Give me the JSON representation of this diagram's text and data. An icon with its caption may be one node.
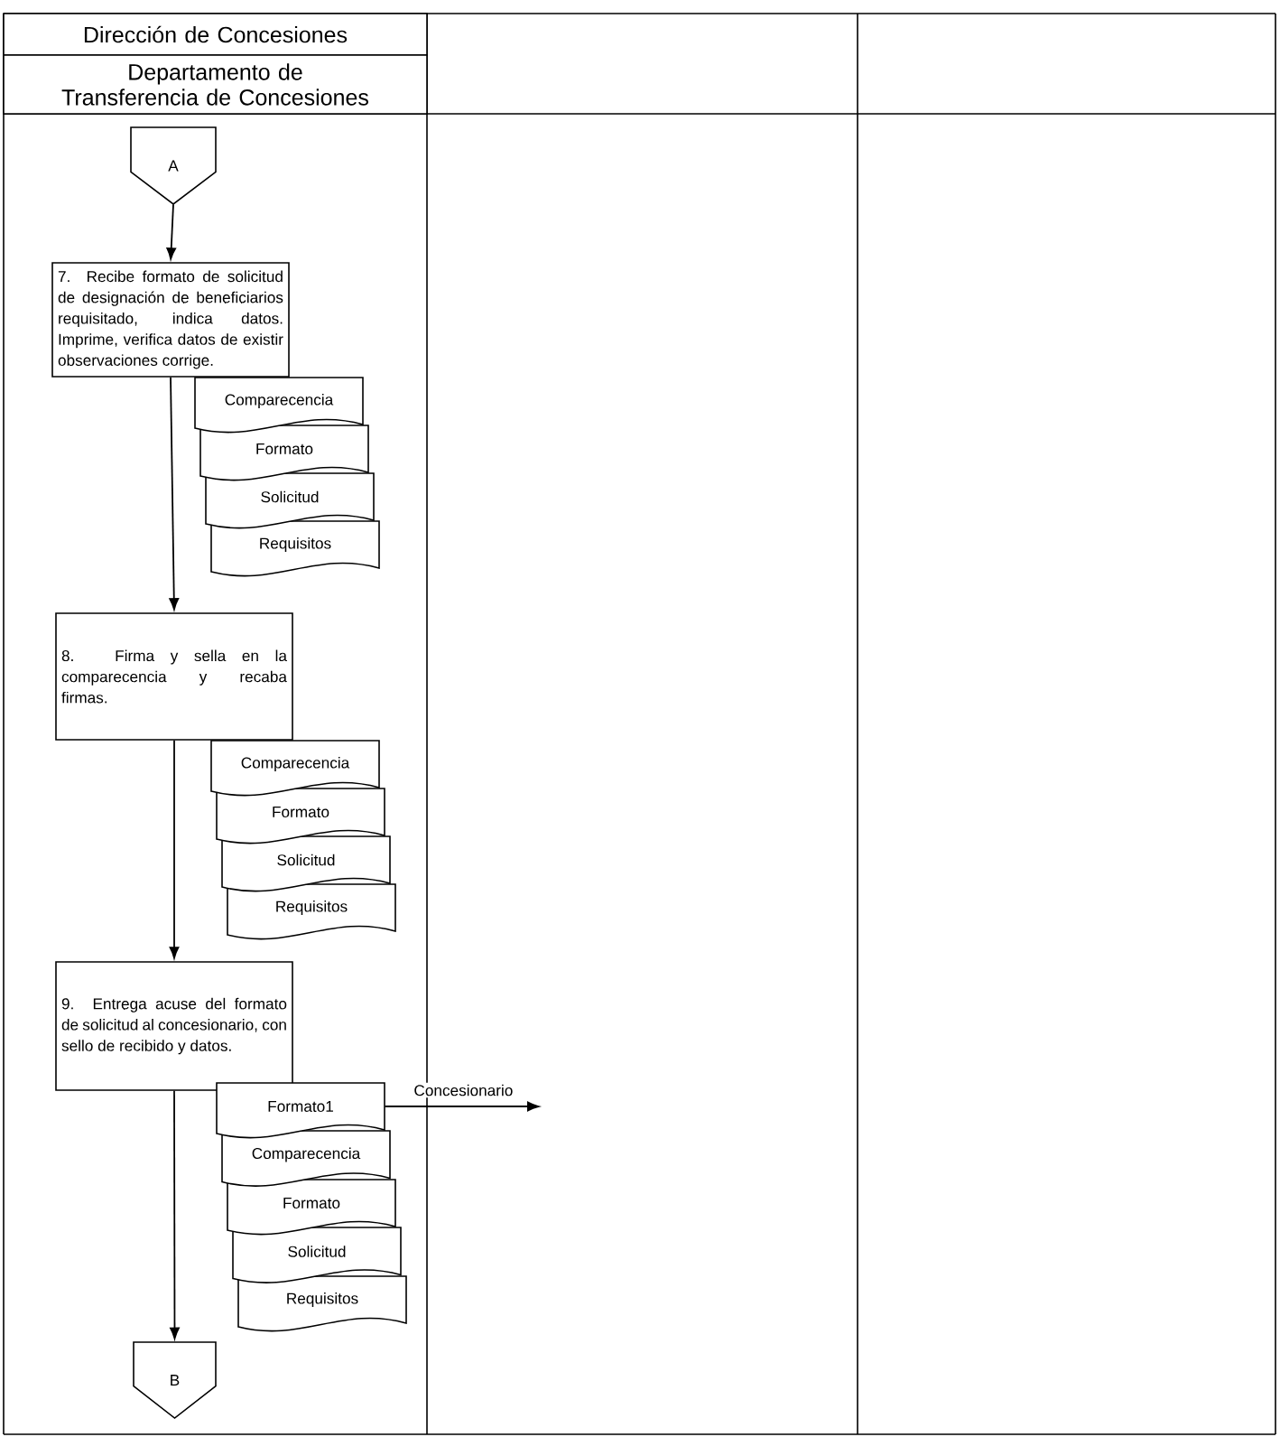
{
  "diagram": {
    "nodes": [
      {
        "text": [
          "Dirección de Concesiones"
        ]
      },
      {
        "text": [
          "Departamento de Transferencia de Concesiones"
        ]
      },
      {
        "text": [
          "A"
        ]
      },
      {
        "text": [
          "7. Recibe formato de solicitud de designación de beneficiarios requisitado, indica datos. Imprime, verifica datos de existir observaciones corrige."
        ]
      },
      {
        "text": [
          "Comparecencia"
        ]
      },
      {
        "text": [
          "Formato"
        ]
      },
      {
        "text": [
          "Solicitud"
        ]
      },
      {
        "text": [
          "Requisitos"
        ]
      },
      {
        "text": [
          "8. Firma y sella en la comparecencia y recaba firmas."
        ]
      },
      {
        "text": [
          "Comparecencia"
        ]
      },
      {
        "text": [
          "Formato"
        ]
      },
      {
        "text": [
          "Solicitud"
        ]
      },
      {
        "text": [
          "Requisitos"
        ]
      },
      {
        "text": [
          "9. Entrega acuse del formato de solicitud al concesionario, con sello de recibido y datos."
        ]
      },
      {
        "text": [
          "Formato1"
        ]
      },
      {
        "text": [
          "Comparecencia"
        ]
      },
      {
        "text": [
          "Formato"
        ]
      },
      {
        "text": [
          "Solicitud"
        ]
      },
      {
        "text": [
          "Requisitos"
        ]
      },
      {
        "text": [
          "B"
        ]
      }
    ],
    "edges": [
      {
        "from": 2,
        "to": 3,
        "arrow": "to"
      },
      {
        "from": 3,
        "to": 8,
        "arrow": "to"
      },
      {
        "from": 8,
        "to": 13,
        "arrow": "to"
      },
      {
        "from": 13,
        "to": 19,
        "arrow": "to"
      },
      {
        "from": 14,
        "to": null,
        "arrow": "to",
        "label": "Concesionario"
      }
    ]
  }
}
